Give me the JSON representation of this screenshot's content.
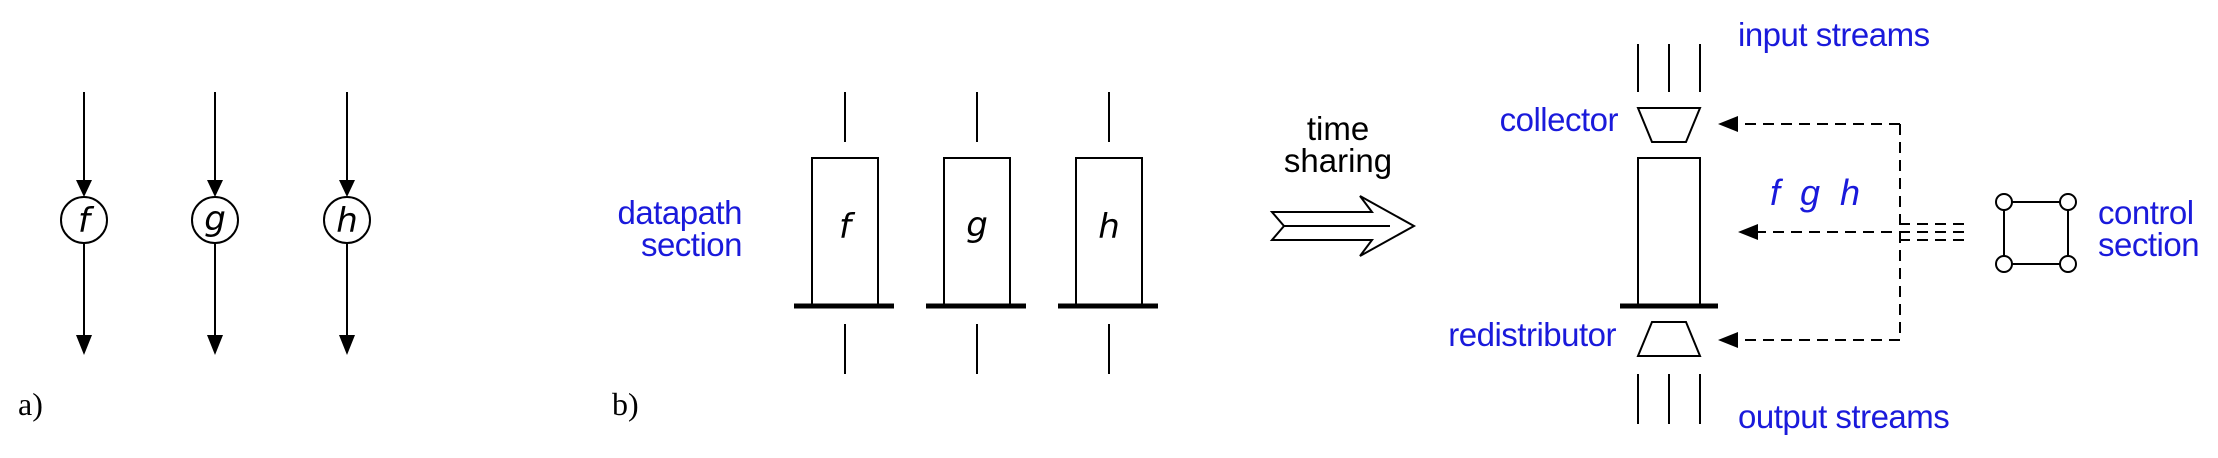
{
  "part_a": {
    "label": "a)",
    "nodes": [
      "f",
      "g",
      "h"
    ]
  },
  "part_b": {
    "label": "b)",
    "datapath_label": [
      "datapath",
      "section"
    ],
    "blocks": [
      "f",
      "g",
      "h"
    ],
    "time_sharing_label": [
      "time",
      "sharing"
    ],
    "collector_label": "collector",
    "redistributor_label": "redistributor",
    "input_streams_label": "input streams",
    "output_streams_label": "output streams",
    "shared_functions_label": "f  g  h",
    "control_label": [
      "control",
      "section"
    ]
  },
  "colors": {
    "accent_blue": "#1a1adb",
    "line": "#000000"
  }
}
